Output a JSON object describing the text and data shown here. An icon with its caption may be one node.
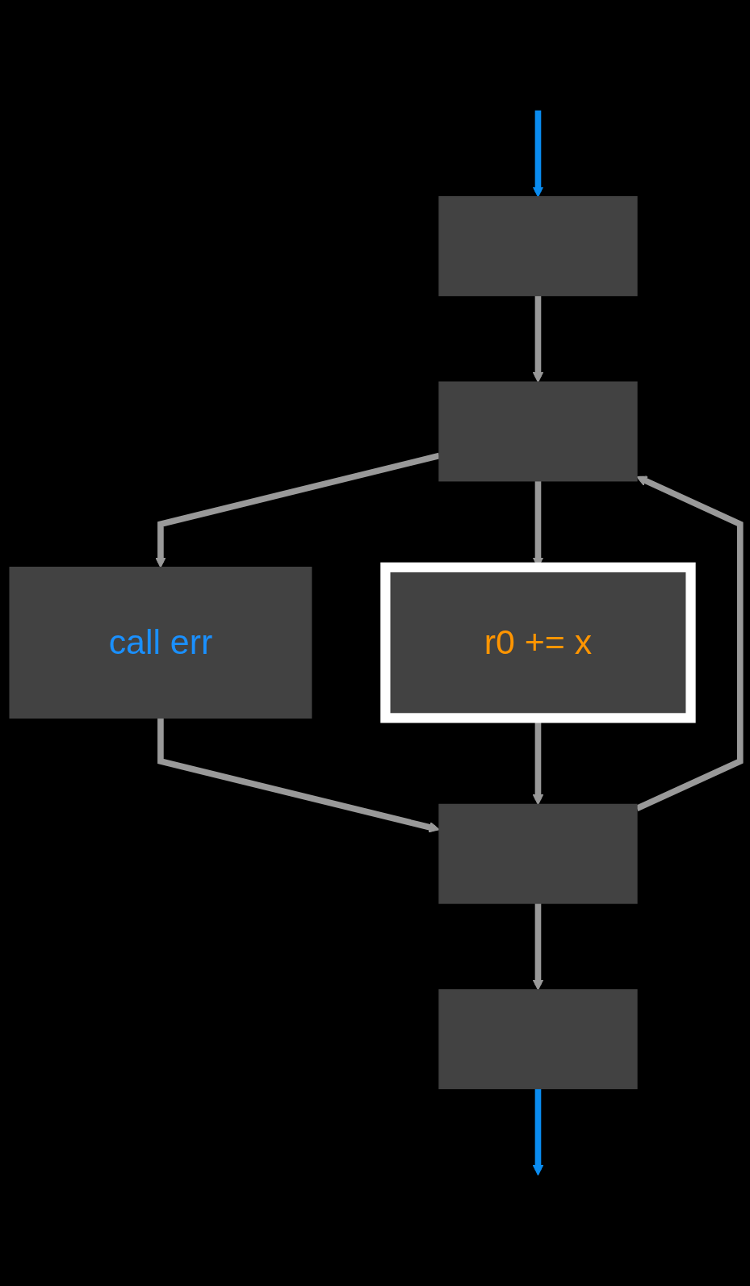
{
  "diagram": {
    "nodes": [
      {
        "text": [],
        "shape": "box"
      },
      {
        "text": [],
        "shape": "box"
      },
      {
        "text": [
          "call err"
        ]
      },
      {
        "text": [
          "r0 += x"
        ]
      },
      {
        "text": [],
        "shape": "box"
      },
      {
        "text": [],
        "shape": "box"
      }
    ],
    "edges": [
      {
        "from": null,
        "to": 0,
        "arrow": "to",
        "color": "#0a8cf0"
      },
      {
        "from": 0,
        "to": 1,
        "arrow": "to"
      },
      {
        "from": 1,
        "to": 2,
        "arrow": "to"
      },
      {
        "from": 1,
        "to": 3,
        "arrow": "to"
      },
      {
        "from": 2,
        "to": 4,
        "arrow": "to"
      },
      {
        "from": 3,
        "to": 4,
        "arrow": "to"
      },
      {
        "from": 4,
        "to": 1,
        "arrow": "to"
      },
      {
        "from": 4,
        "to": 5,
        "arrow": "to"
      },
      {
        "from": 5,
        "to": null,
        "arrow": "to",
        "color": "#0a8cf0"
      }
    ]
  }
}
